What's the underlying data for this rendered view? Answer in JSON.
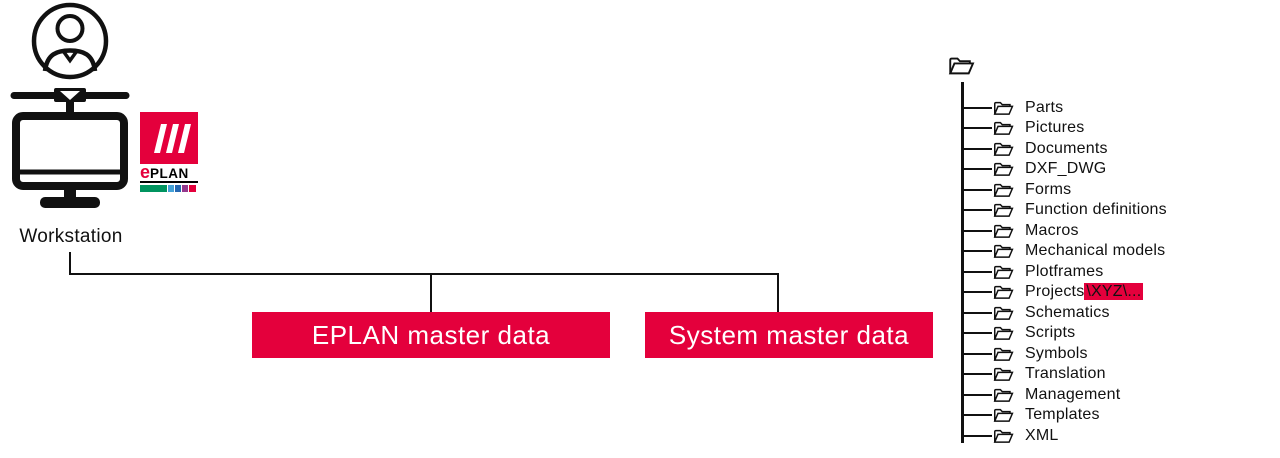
{
  "workstation": {
    "label": "Workstation"
  },
  "logo": {
    "e": "e",
    "plan": "PLAN"
  },
  "boxes": {
    "eplan": {
      "label": "EPLAN master data"
    },
    "system": {
      "label": "System master data"
    }
  },
  "tree": {
    "items": [
      {
        "label": "Parts"
      },
      {
        "label": "Pictures"
      },
      {
        "label": "Documents"
      },
      {
        "label": "DXF_DWG"
      },
      {
        "label": "Forms"
      },
      {
        "label": "Function definitions"
      },
      {
        "label": "Macros"
      },
      {
        "label": "Mechanical models"
      },
      {
        "label": "Plotframes"
      },
      {
        "label": "Projects",
        "highlight": "\\XYZ\\..."
      },
      {
        "label": "Schematics"
      },
      {
        "label": "Scripts"
      },
      {
        "label": "Symbols"
      },
      {
        "label": "Translation"
      },
      {
        "label": "Management"
      },
      {
        "label": "Templates"
      },
      {
        "label": "XML"
      }
    ]
  },
  "colors": {
    "accent_red": "#E4003C",
    "ink": "#111111",
    "bar_green": "#00945F",
    "bar_light_blue": "#44A1D8",
    "bar_blue": "#2568B2",
    "bar_purple": "#94388D",
    "bar_red": "#E4003C"
  }
}
